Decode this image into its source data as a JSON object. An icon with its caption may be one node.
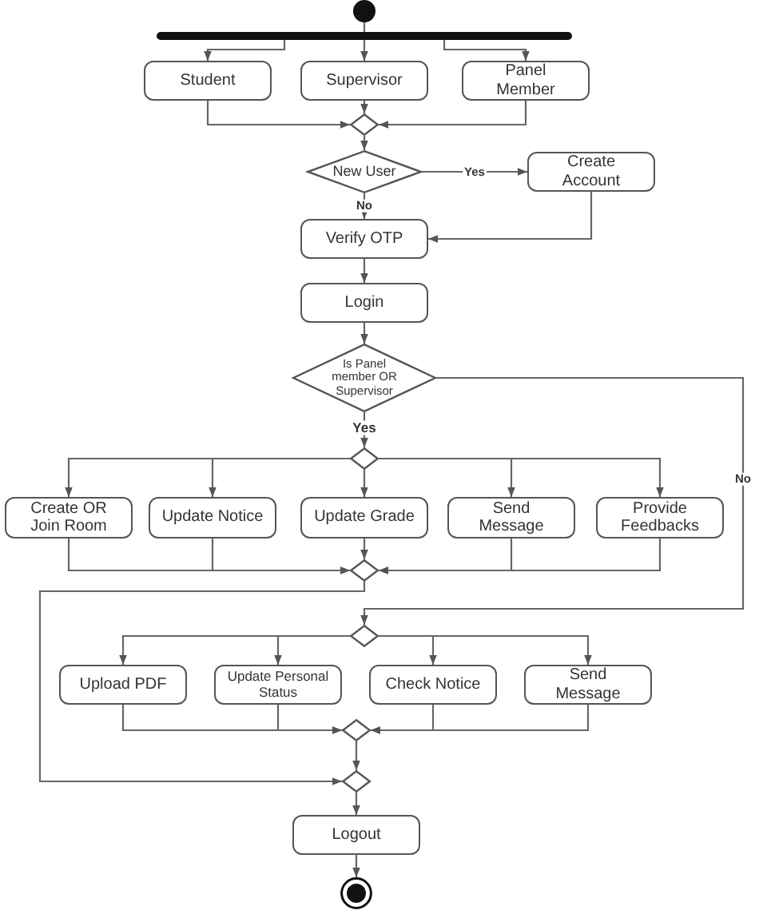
{
  "diagram": {
    "nodes": [
      {
        "text": [],
        "shape": "circle"
      },
      {
        "text": [],
        "shape": "bar"
      },
      {
        "text": [
          "Student"
        ]
      },
      {
        "text": [
          "Supervisor"
        ]
      },
      {
        "text": [
          "Panel Member"
        ]
      },
      {
        "text": [],
        "shape": "diamond"
      },
      {
        "text": [
          "New User"
        ]
      },
      {
        "text": [
          "Create Account"
        ]
      },
      {
        "text": [
          "Verify OTP"
        ]
      },
      {
        "text": [
          "Login"
        ]
      },
      {
        "text": [
          "Is Panel member OR Supervisor"
        ]
      },
      {
        "text": [],
        "shape": "diamond"
      },
      {
        "text": [
          "Create OR Join Room"
        ]
      },
      {
        "text": [
          "Update Notice"
        ]
      },
      {
        "text": [
          "Update Grade"
        ]
      },
      {
        "text": [
          "Send Message"
        ]
      },
      {
        "text": [
          "Provide Feedbacks"
        ]
      },
      {
        "text": [],
        "shape": "diamond"
      },
      {
        "text": [],
        "shape": "diamond"
      },
      {
        "text": [
          "Upload PDF"
        ]
      },
      {
        "text": [
          "Update Personal Status"
        ]
      },
      {
        "text": [
          "Check Notice"
        ]
      },
      {
        "text": [
          "Send Message"
        ]
      },
      {
        "text": [],
        "shape": "diamond"
      },
      {
        "text": [],
        "shape": "diamond"
      },
      {
        "text": [
          "Logout"
        ]
      },
      {
        "text": [],
        "shape": "circle"
      }
    ],
    "edges": [
      {
        "from": 0,
        "to": 1,
        "arrow": "none"
      },
      {
        "from": 1,
        "to": 2,
        "arrow": "to"
      },
      {
        "from": 1,
        "to": 3,
        "arrow": "to"
      },
      {
        "from": 1,
        "to": 4,
        "arrow": "to"
      },
      {
        "from": 2,
        "to": 5,
        "arrow": "to"
      },
      {
        "from": 3,
        "to": 5,
        "arrow": "to"
      },
      {
        "from": 4,
        "to": 5,
        "arrow": "to"
      },
      {
        "from": 5,
        "to": 6,
        "arrow": "to"
      },
      {
        "from": 6,
        "to": 7,
        "arrow": "to",
        "label": "Yes"
      },
      {
        "from": 6,
        "to": 8,
        "arrow": "to",
        "label": "No"
      },
      {
        "from": 7,
        "to": 8,
        "arrow": "to"
      },
      {
        "from": 8,
        "to": 9,
        "arrow": "to"
      },
      {
        "from": 9,
        "to": 10,
        "arrow": "to"
      },
      {
        "from": 10,
        "to": 11,
        "arrow": "to",
        "label": "Yes"
      },
      {
        "from": 10,
        "to": 18,
        "arrow": "to",
        "label": "No"
      },
      {
        "from": 11,
        "to": 12,
        "arrow": "to"
      },
      {
        "from": 11,
        "to": 13,
        "arrow": "to"
      },
      {
        "from": 11,
        "to": 14,
        "arrow": "to"
      },
      {
        "from": 11,
        "to": 15,
        "arrow": "to"
      },
      {
        "from": 11,
        "to": 16,
        "arrow": "to"
      },
      {
        "from": 12,
        "to": 17,
        "arrow": "to"
      },
      {
        "from": 13,
        "to": 17,
        "arrow": "to"
      },
      {
        "from": 14,
        "to": 17,
        "arrow": "to"
      },
      {
        "from": 15,
        "to": 17,
        "arrow": "to"
      },
      {
        "from": 16,
        "to": 17,
        "arrow": "to"
      },
      {
        "from": 17,
        "to": 24,
        "arrow": "to"
      },
      {
        "from": 18,
        "to": 19,
        "arrow": "to"
      },
      {
        "from": 18,
        "to": 20,
        "arrow": "to"
      },
      {
        "from": 18,
        "to": 21,
        "arrow": "to"
      },
      {
        "from": 18,
        "to": 22,
        "arrow": "to"
      },
      {
        "from": 19,
        "to": 23,
        "arrow": "to"
      },
      {
        "from": 20,
        "to": 23,
        "arrow": "to"
      },
      {
        "from": 21,
        "to": 23,
        "arrow": "to"
      },
      {
        "from": 22,
        "to": 23,
        "arrow": "to"
      },
      {
        "from": 23,
        "to": 24,
        "arrow": "to"
      },
      {
        "from": 24,
        "to": 25,
        "arrow": "to"
      },
      {
        "from": 25,
        "to": 26,
        "arrow": "to"
      }
    ]
  }
}
